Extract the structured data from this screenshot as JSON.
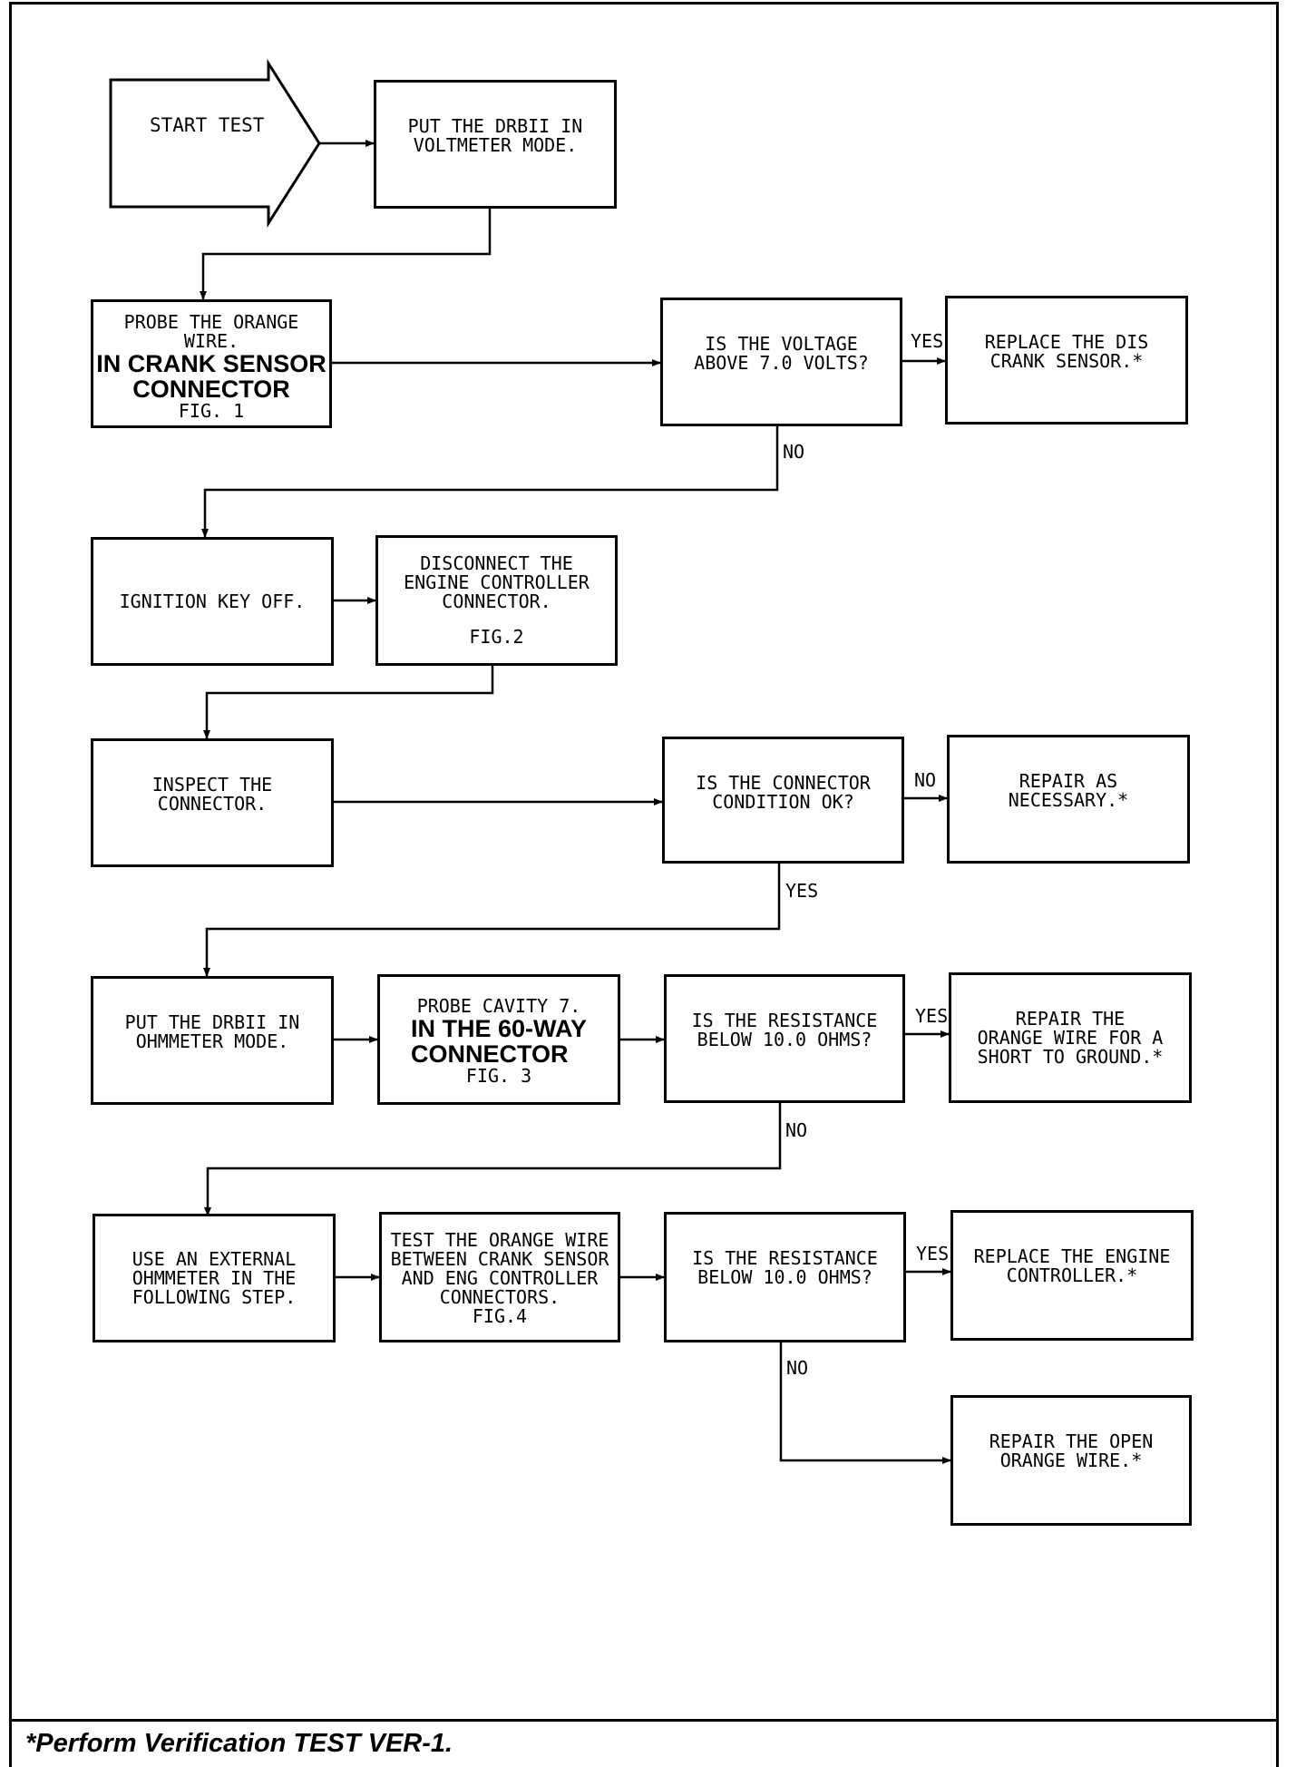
{
  "start": "START TEST",
  "boxes": {
    "b_voltmeter": "PUT THE DRBII IN\nVOLTMETER MODE.",
    "b_probe_orange_lines": "PROBE THE ORANGE\nWIRE.",
    "b_probe_orange_bold": "IN CRANK SENSOR\nCONNECTOR",
    "b_probe_orange_fig": "FIG. 1",
    "b_voltage_q": "IS THE VOLTAGE\nABOVE 7.0 VOLTS?",
    "b_replace_dis": "REPLACE THE DIS\nCRANK SENSOR.*",
    "b_ignition_off": "IGNITION KEY OFF.",
    "b_disconnect": "DISCONNECT THE\nENGINE CONTROLLER\nCONNECTOR.",
    "b_disconnect_fig": "FIG.2",
    "b_inspect": "INSPECT THE\nCONNECTOR.",
    "b_condition_q": "IS THE CONNECTOR\nCONDITION OK?",
    "b_repair_necessary": "REPAIR AS\nNECESSARY.*",
    "b_ohmmeter": "PUT THE DRBII IN\nOHMMETER MODE.",
    "b_probe_cavity_lines": "PROBE CAVITY 7.",
    "b_probe_cavity_bold": "IN THE 60-WAY\nCONNECTOR",
    "b_probe_cavity_fig": "FIG. 3",
    "b_resistance_q1": "IS THE RESISTANCE\nBELOW 10.0 OHMS?",
    "b_repair_short": "REPAIR THE\nORANGE WIRE FOR A\nSHORT TO GROUND.*",
    "b_external": "USE AN EXTERNAL\nOHMMETER IN THE\nFOLLOWING STEP.",
    "b_test_orange": "TEST THE ORANGE WIRE\nBETWEEN CRANK SENSOR\nAND ENG CONTROLLER\nCONNECTORS.",
    "b_test_orange_fig": "FIG.4",
    "b_resistance_q2": "IS THE RESISTANCE\nBELOW 10.0 OHMS?",
    "b_replace_controller": "REPLACE THE ENGINE\nCONTROLLER.*",
    "b_repair_open": "REPAIR THE OPEN\nORANGE WIRE.*"
  },
  "branches": {
    "yes1": "YES",
    "no1": "NO",
    "no2": "NO",
    "yes2": "YES",
    "yes3": "YES",
    "no3": "NO",
    "yes4": "YES",
    "no4": "NO"
  },
  "footer": "*Perform Verification TEST VER-1."
}
